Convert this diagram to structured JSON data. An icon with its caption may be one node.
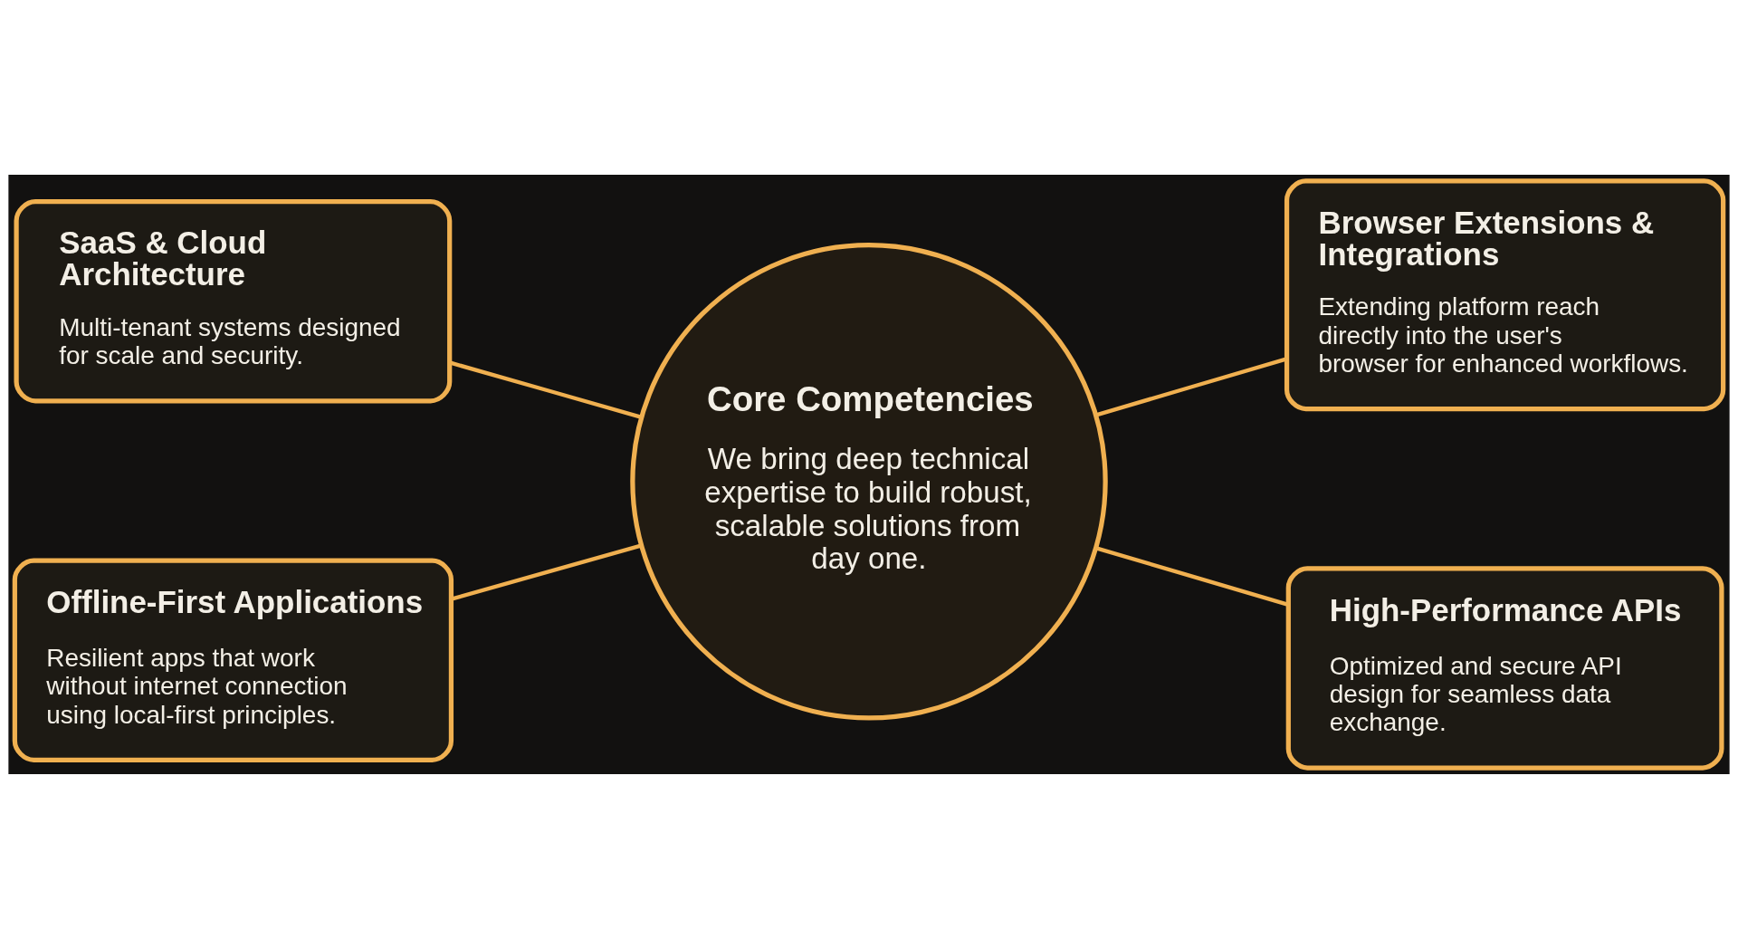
{
  "diagram": {
    "nodes": [
      {
        "text": [
          "SaaS & Cloud Architecture",
          "Multi-tenant systems designed for scale and security."
        ]
      },
      {
        "text": [
          "Browser Extensions & Integrations",
          "Extending platform reach directly into the user's browser for enhanced workflows."
        ]
      },
      {
        "text": [
          "Core Competencies",
          "We bring deep technical expertise to build robust, scalable solutions from day one."
        ]
      },
      {
        "text": [
          "Offline-First Applications",
          "Resilient apps that work without internet connection using local-first principles."
        ]
      },
      {
        "text": [
          "High-Performance APIs",
          "Optimized and secure API design for seamless data exchange."
        ]
      }
    ],
    "edges": [
      {
        "from": 0,
        "to": 2,
        "arrow": "none"
      },
      {
        "from": 2,
        "to": 1,
        "arrow": "none"
      },
      {
        "from": 3,
        "to": 2,
        "arrow": "none"
      },
      {
        "from": 2,
        "to": 4,
        "arrow": "none"
      }
    ]
  }
}
